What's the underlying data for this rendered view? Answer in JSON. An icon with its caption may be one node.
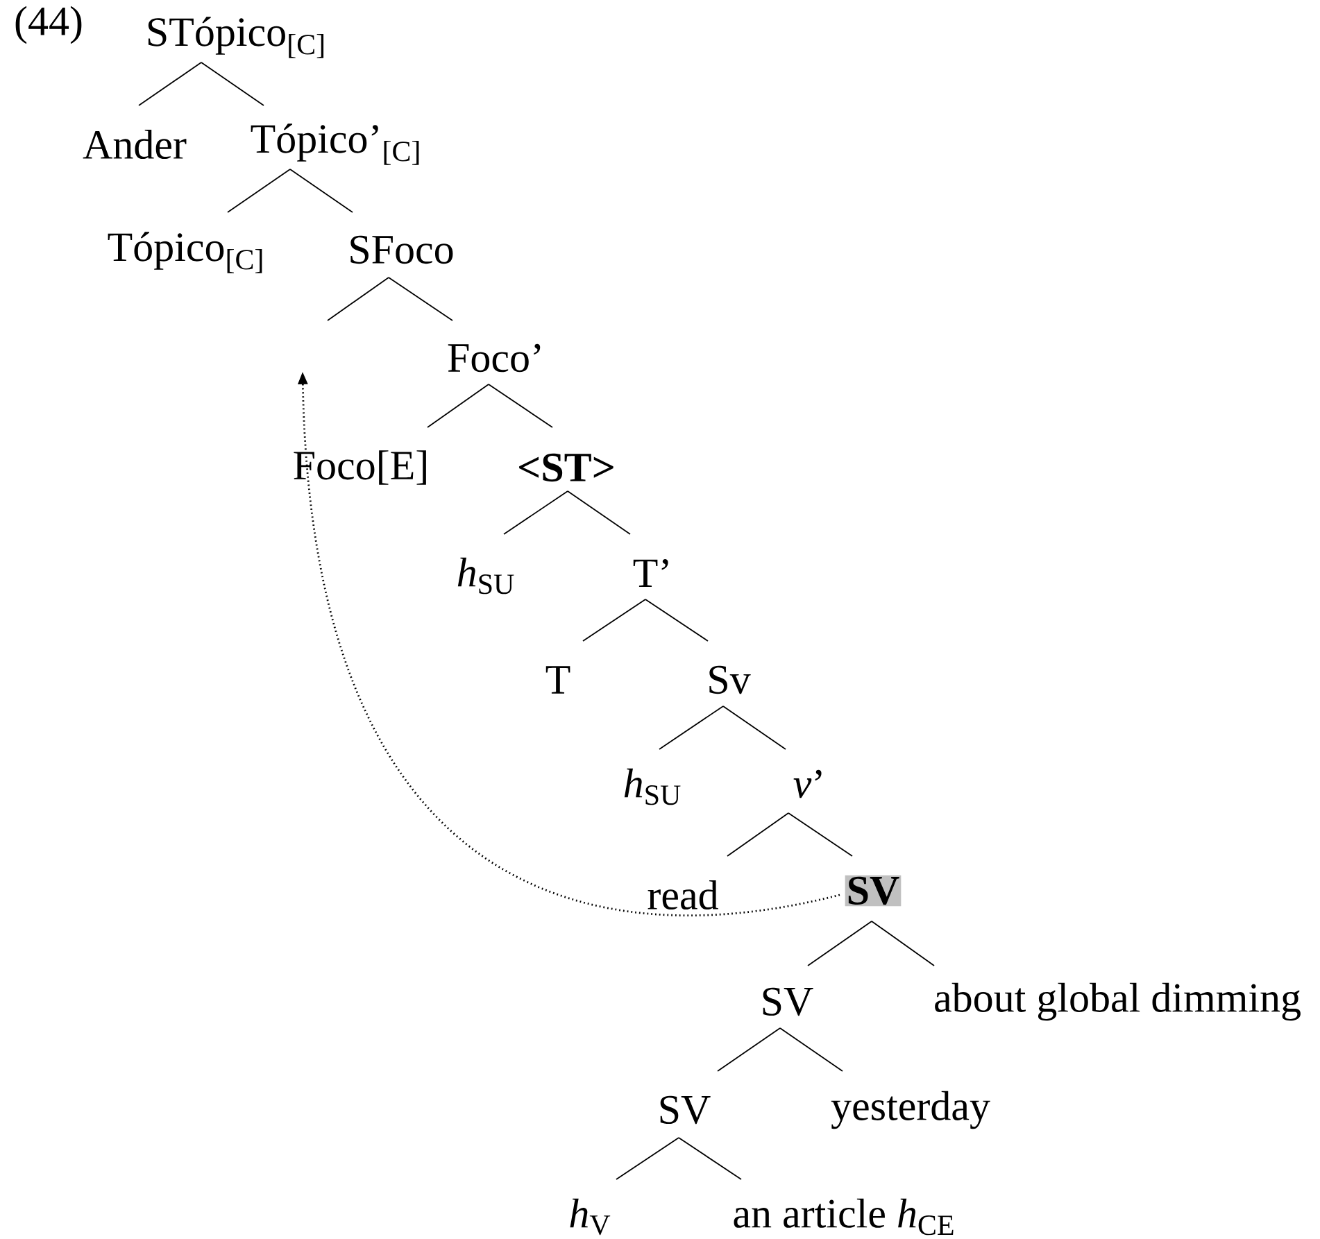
{
  "diagram": {
    "nodes": [
      {
        "text": [
          "STópico$_{[C]}$"
        ]
      },
      {
        "text": [
          "Ander"
        ]
      },
      {
        "text": [
          "Tópico’$_{[C]}$"
        ]
      },
      {
        "text": [
          "Tópico$_{[C]}$"
        ]
      },
      {
        "text": [
          "SFoco"
        ]
      },
      {
        "text": [
          "Foco’"
        ]
      },
      {
        "text": [
          "Foco[E]"
        ]
      },
      {
        "text": [
          "<ST>"
        ]
      },
      {
        "text": [
          "*h*$_{SU}$"
        ]
      },
      {
        "text": [
          "T’"
        ]
      },
      {
        "text": [
          "T"
        ]
      },
      {
        "text": [
          "Sv"
        ]
      },
      {
        "text": [
          "*h*$_{SU}$"
        ]
      },
      {
        "text": [
          "*v*’"
        ]
      },
      {
        "text": [
          "read"
        ]
      },
      {
        "text": [
          "SV"
        ]
      },
      {
        "text": [
          "SV"
        ]
      },
      {
        "text": [
          "about global dimming"
        ]
      },
      {
        "text": [
          "SV"
        ]
      },
      {
        "text": [
          "yesterday"
        ]
      },
      {
        "text": [
          "*h*$_{V}$"
        ]
      },
      {
        "text": [
          "an article *h*$_{CE}$"
        ]
      }
    ],
    "edges": [
      {
        "from": 0,
        "to": 1,
        "arrow": "none"
      },
      {
        "from": 0,
        "to": 2,
        "arrow": "none"
      },
      {
        "from": 2,
        "to": 3,
        "arrow": "none"
      },
      {
        "from": 2,
        "to": 4,
        "arrow": "none"
      },
      {
        "from": 4,
        "to": null,
        "arrow": "none"
      },
      {
        "from": 4,
        "to": 5,
        "arrow": "none"
      },
      {
        "from": 5,
        "to": 6,
        "arrow": "none"
      },
      {
        "from": 5,
        "to": 7,
        "arrow": "none"
      },
      {
        "from": 7,
        "to": 8,
        "arrow": "none"
      },
      {
        "from": 7,
        "to": 9,
        "arrow": "none"
      },
      {
        "from": 9,
        "to": 10,
        "arrow": "none"
      },
      {
        "from": 9,
        "to": 11,
        "arrow": "none"
      },
      {
        "from": 11,
        "to": 12,
        "arrow": "none"
      },
      {
        "from": 11,
        "to": 13,
        "arrow": "none"
      },
      {
        "from": 13,
        "to": 14,
        "arrow": "none"
      },
      {
        "from": 13,
        "to": 15,
        "arrow": "none"
      },
      {
        "from": 15,
        "to": 16,
        "arrow": "none"
      },
      {
        "from": 15,
        "to": 17,
        "arrow": "none"
      },
      {
        "from": 16,
        "to": 18,
        "arrow": "none"
      },
      {
        "from": 16,
        "to": 19,
        "arrow": "none"
      },
      {
        "from": 18,
        "to": 20,
        "arrow": "none"
      },
      {
        "from": 18,
        "to": 21,
        "arrow": "none"
      },
      {
        "from": 15,
        "to": null,
        "arrow": "to",
        "style": "dashed"
      }
    ],
    "labels": [
      "(44)"
    ]
  }
}
